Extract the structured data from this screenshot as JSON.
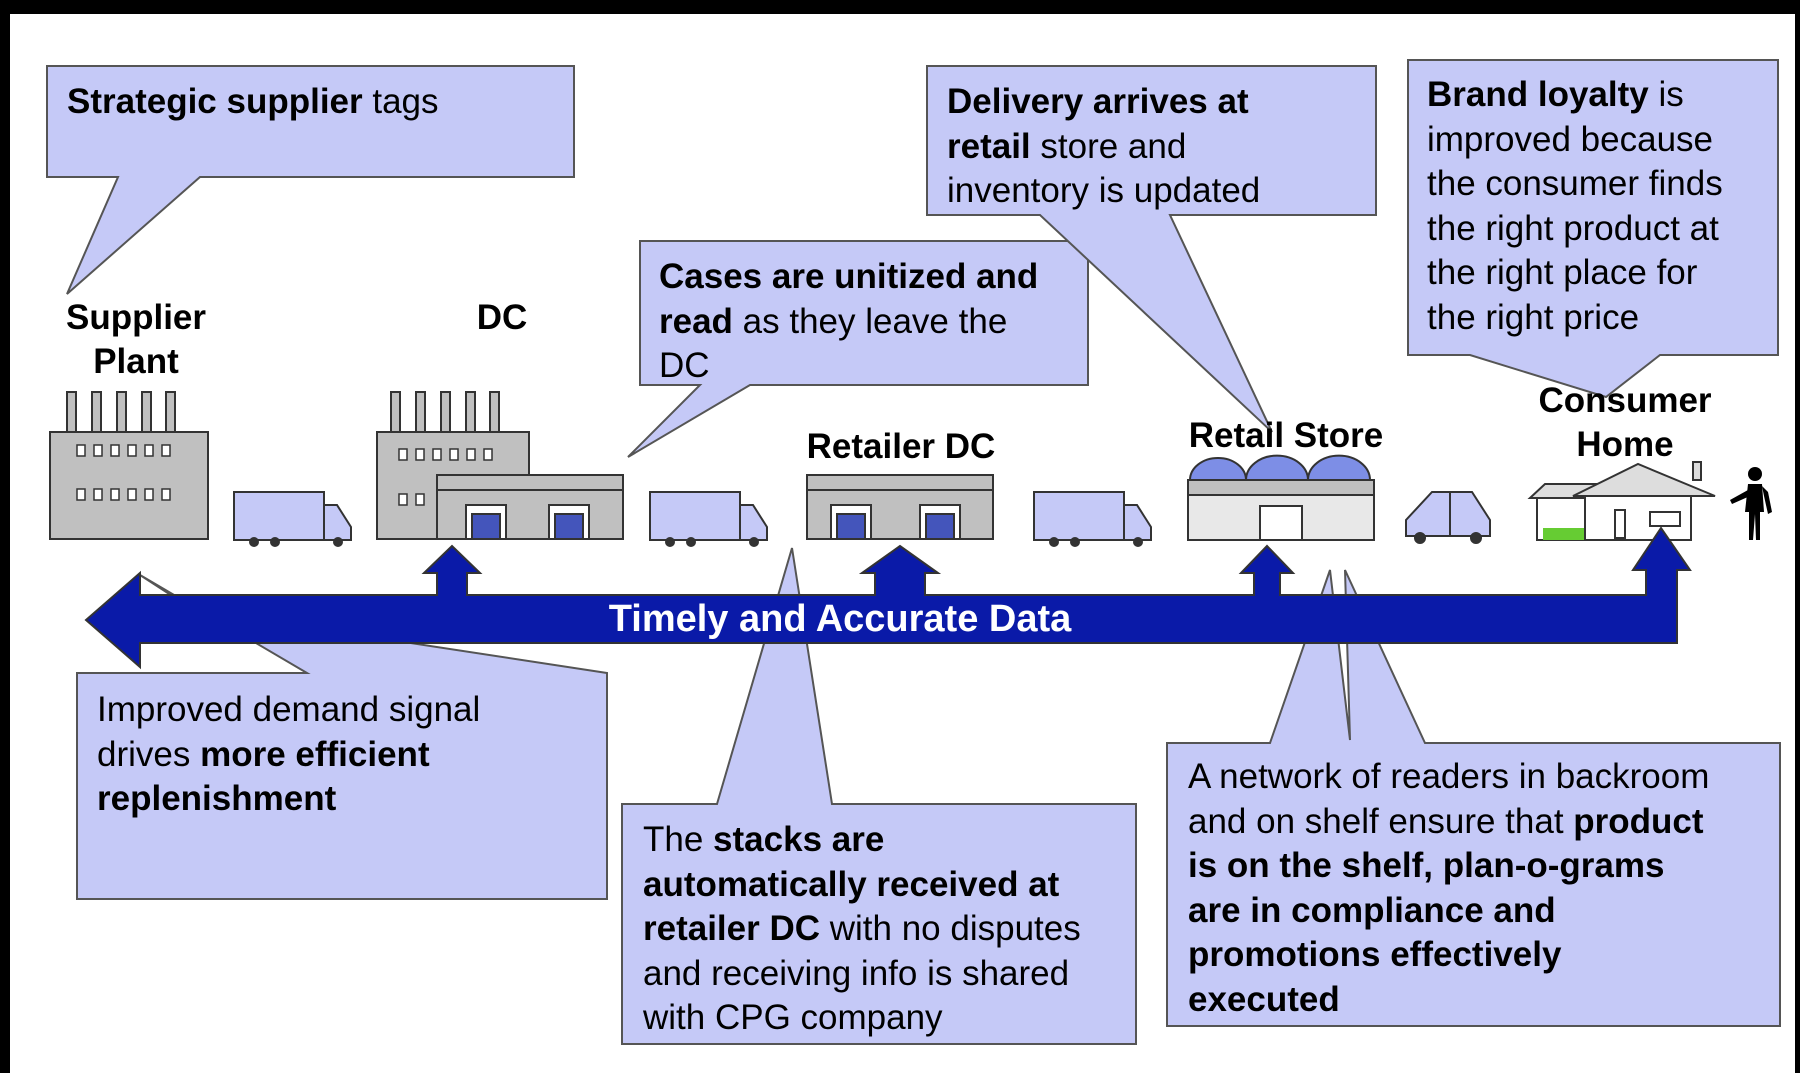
{
  "nodes": {
    "supplier_plant": "Supplier\nPlant",
    "dc": "DC",
    "retailer_dc": "Retailer DC",
    "retail_store": "Retail Store",
    "consumer_home": "Consumer\nHome"
  },
  "data_band": {
    "label": "Timely and Accurate Data"
  },
  "callouts": {
    "strategic_supplier": {
      "lines": [
        [
          {
            "text": "Strategic supplier",
            "bold": true
          },
          {
            "text": " tags",
            "bold": false
          }
        ]
      ]
    },
    "cases_unitized": {
      "lines": [
        [
          {
            "text": "Cases are unitized and",
            "bold": true
          }
        ],
        [
          {
            "text": "read",
            "bold": true
          },
          {
            "text": " as they leave the",
            "bold": false
          }
        ],
        [
          {
            "text": "DC",
            "bold": false
          }
        ]
      ]
    },
    "delivery_arrives": {
      "lines": [
        [
          {
            "text": "Delivery arrives at",
            "bold": true
          }
        ],
        [
          {
            "text": "retail",
            "bold": true
          },
          {
            "text": " store and",
            "bold": false
          }
        ],
        [
          {
            "text": "inventory is updated",
            "bold": false
          }
        ]
      ]
    },
    "brand_loyalty": {
      "lines": [
        [
          {
            "text": "Brand loyalty",
            "bold": true
          },
          {
            "text": " is",
            "bold": false
          }
        ],
        [
          {
            "text": "improved because",
            "bold": false
          }
        ],
        [
          {
            "text": "the consumer finds",
            "bold": false
          }
        ],
        [
          {
            "text": "the right product at",
            "bold": false
          }
        ],
        [
          {
            "text": "the right place for",
            "bold": false
          }
        ],
        [
          {
            "text": "the right price",
            "bold": false
          }
        ]
      ]
    },
    "improved_demand": {
      "lines": [
        [
          {
            "text": "Improved demand signal",
            "bold": false
          }
        ],
        [
          {
            "text": "drives ",
            "bold": false
          },
          {
            "text": "more efficient",
            "bold": true
          }
        ],
        [
          {
            "text": "replenishment",
            "bold": true
          }
        ]
      ]
    },
    "stacks_received": {
      "lines": [
        [
          {
            "text": "The ",
            "bold": false
          },
          {
            "text": "stacks are",
            "bold": true
          }
        ],
        [
          {
            "text": "automatically received at",
            "bold": true
          }
        ],
        [
          {
            "text": "retailer DC",
            "bold": true
          },
          {
            "text": " with no disputes",
            "bold": false
          }
        ],
        [
          {
            "text": "and receiving info is shared",
            "bold": false
          }
        ],
        [
          {
            "text": "with CPG company",
            "bold": false
          }
        ]
      ]
    },
    "network_readers": {
      "lines": [
        [
          {
            "text": "A network of readers in backroom",
            "bold": false
          }
        ],
        [
          {
            "text": "and on shelf ensure that ",
            "bold": false
          },
          {
            "text": "product",
            "bold": true
          }
        ],
        [
          {
            "text": "is on the shelf, plan-o-grams",
            "bold": true
          }
        ],
        [
          {
            "text": "are in compliance and",
            "bold": true
          }
        ],
        [
          {
            "text": "promotions effectively",
            "bold": true
          }
        ],
        [
          {
            "text": "executed",
            "bold": true
          }
        ]
      ]
    }
  },
  "colors": {
    "background": "#000000",
    "canvas": "#ffffff",
    "callout_fill": "#c5c9f7",
    "arrow_blue": "#0a1aa8",
    "building_gray": "#c0c0c0",
    "truck_fill": "#c5c9f7",
    "grass_green": "#66cc33"
  }
}
